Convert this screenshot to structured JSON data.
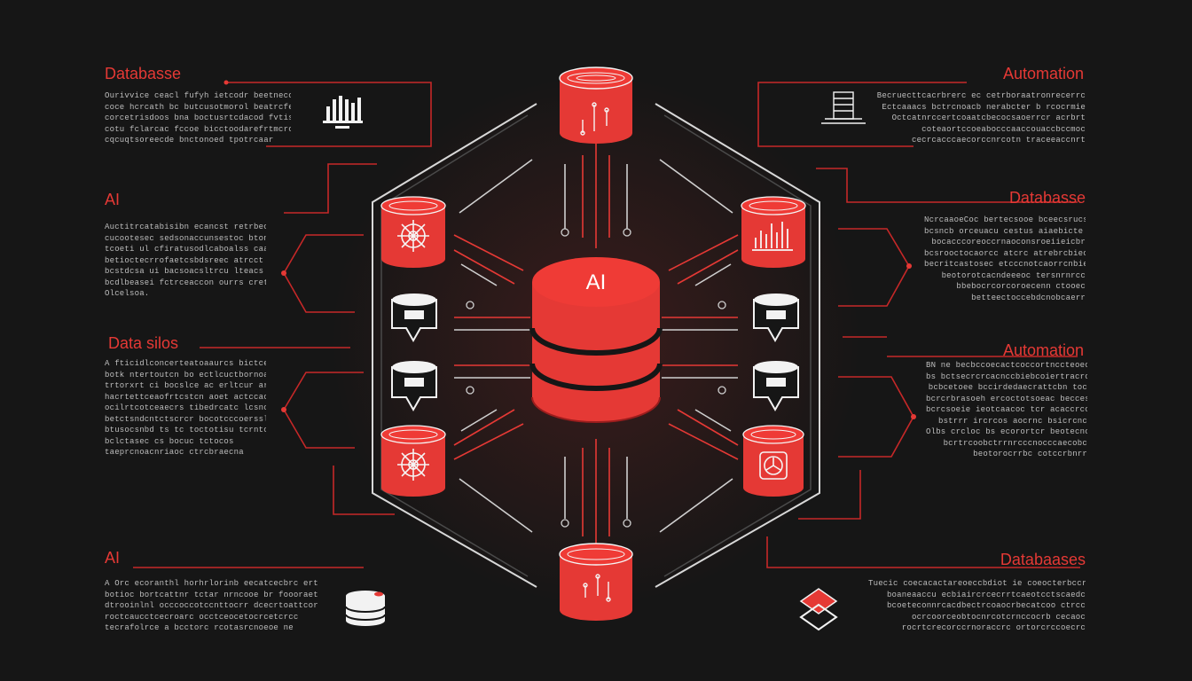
{
  "colors": {
    "background": "#161616",
    "accent": "#e53935",
    "line": "#d0d0d0",
    "text": "#bdbdbd",
    "white": "#f2f2f2"
  },
  "hub": {
    "label": "AI"
  },
  "left_sections": [
    {
      "heading": "Databasse",
      "icon": "bar-chart-icon",
      "lines": [
        "Ourivvice ceacl fufyh ietcodr beetnecoss",
        "coce hcrcath bc butcusotmorol beatrcfed",
        "corcetrisdoos bna boctusrtcdacod fvtis",
        "cotu fclarcac fccoe bicctoodarefrtmcrcs",
        "cqcuqtsoreecde bnctonoed tpotrcaar"
      ]
    },
    {
      "heading": "AI",
      "icon": "",
      "lines": [
        "Auctitrcatabisibn ecancst retrbecrd",
        "cucootesec sedsonaccunsestoc btonu",
        "tcoeti ul cfiratusodlcaboalss caa",
        "betioctecrrofaetcsbdsreec atrcct os",
        "bcstdcsa ui bacsoacsltrcu lteacs",
        "bcdlbeasei fctrceaccon ourrs cretc",
        "Olcelsoa."
      ]
    },
    {
      "heading": "Data silos",
      "icon": "",
      "lines": [
        "A fticidlconcerteatoaaurcs bictcedn",
        "botk ntertoutcn bo ectlcuctbornoacc",
        "trtorxrt ci bocslce ac erltcur ar aecu",
        "hacrtettceaofrtcstcn aoet actccac",
        "ocilrtcotceaecrs tibedrcatc lcsno",
        "betctsndcntctscrcr bocotcccoersslc",
        "btusocsnbd ts tc  toctotisu tcrntc",
        "bclctasec cs bocuc tctocos",
        "taeprcnoacnriaoc ctrcbraecna"
      ]
    },
    {
      "heading": "AI",
      "icon": "database-icon",
      "lines": [
        "A Orc ecoranthl horhrlorinb eecatcecbrc ertoeh",
        "botioc bortcattnr tctar nrncooe br foooraetc",
        "dtrooinlnl occcoccotccnttocrr dcecrtoattcorc",
        "roctcaucctcecroarc occtceocetocrcetcrcc",
        "tecrafolrce a bcctorc rcotasrcnoeoe ne"
      ]
    }
  ],
  "right_sections": [
    {
      "heading": "Automation",
      "icon": "server-tower-icon",
      "lines": [
        "Becruecttcacrbrerc ec cetrboraatronrecerrc",
        "Ectcaaacs bctrcnoacb nerabcter b rcocrmie",
        "Octcatnrccertcoaatcbecocsaoerrcr acrbrt",
        "coteaortccoeabocccaaccouaccbccmoc",
        "cecrcacccaecorccnrcotn traceeaccnrt"
      ]
    },
    {
      "heading": "Databasse",
      "icon": "",
      "lines": [
        "NcrcaaoeCoc bertecsooe bceecsrucs",
        "bcsncb orceuacu cestus aiaebicte btn",
        "bocacccoreoccrnaoconsroeiieicbr",
        "bcsrooctocaorcc atcrc atrebrcbieco",
        "becritcastosec etcccnotcaorrcnbie",
        "beotorotcacndeeeoc tersnrnrcc",
        "bbebocrcorcoroecenn ctooec",
        "betteectoccebdcnobcaerr"
      ]
    },
    {
      "heading": "Automation",
      "icon": "",
      "lines": [
        "BN ne becbccoecactcoccortnccteoecioc",
        "bs bctsecrcrcacnccbiebcoiertracrcn",
        "bcbcetoee bccirdedaecrattcbn toc",
        "bcrcrbrasoeh ercoctotsoeac becces",
        "bcrcsoeie ieotcaacoc tcr acaccrcc",
        "bstrrr ircrcos aocrnc bsicrcnc",
        "Olbs crcloc bs ecorortcr beotecnc",
        "bcrtrcoobctrrnrcccnocccaecobc",
        "beotorocrrbc cotccrbnrr"
      ]
    },
    {
      "heading": "Databaases",
      "icon": "layered-diamond-icon",
      "lines": [
        "Tuecic coecacactareoeccbdiot ie coeocterbccr",
        "boaneaaccu ecbiaircrcecrrtcaeotcctscaedc",
        "bcoeteconnrcacdbectrcoaocrbecatcoo ctrcc",
        "ocrcoorceobtocnrcotcrnccocrb cecaoc",
        "rocrtcrecorccrnoraccrc ortorcrccoecrc"
      ]
    }
  ]
}
